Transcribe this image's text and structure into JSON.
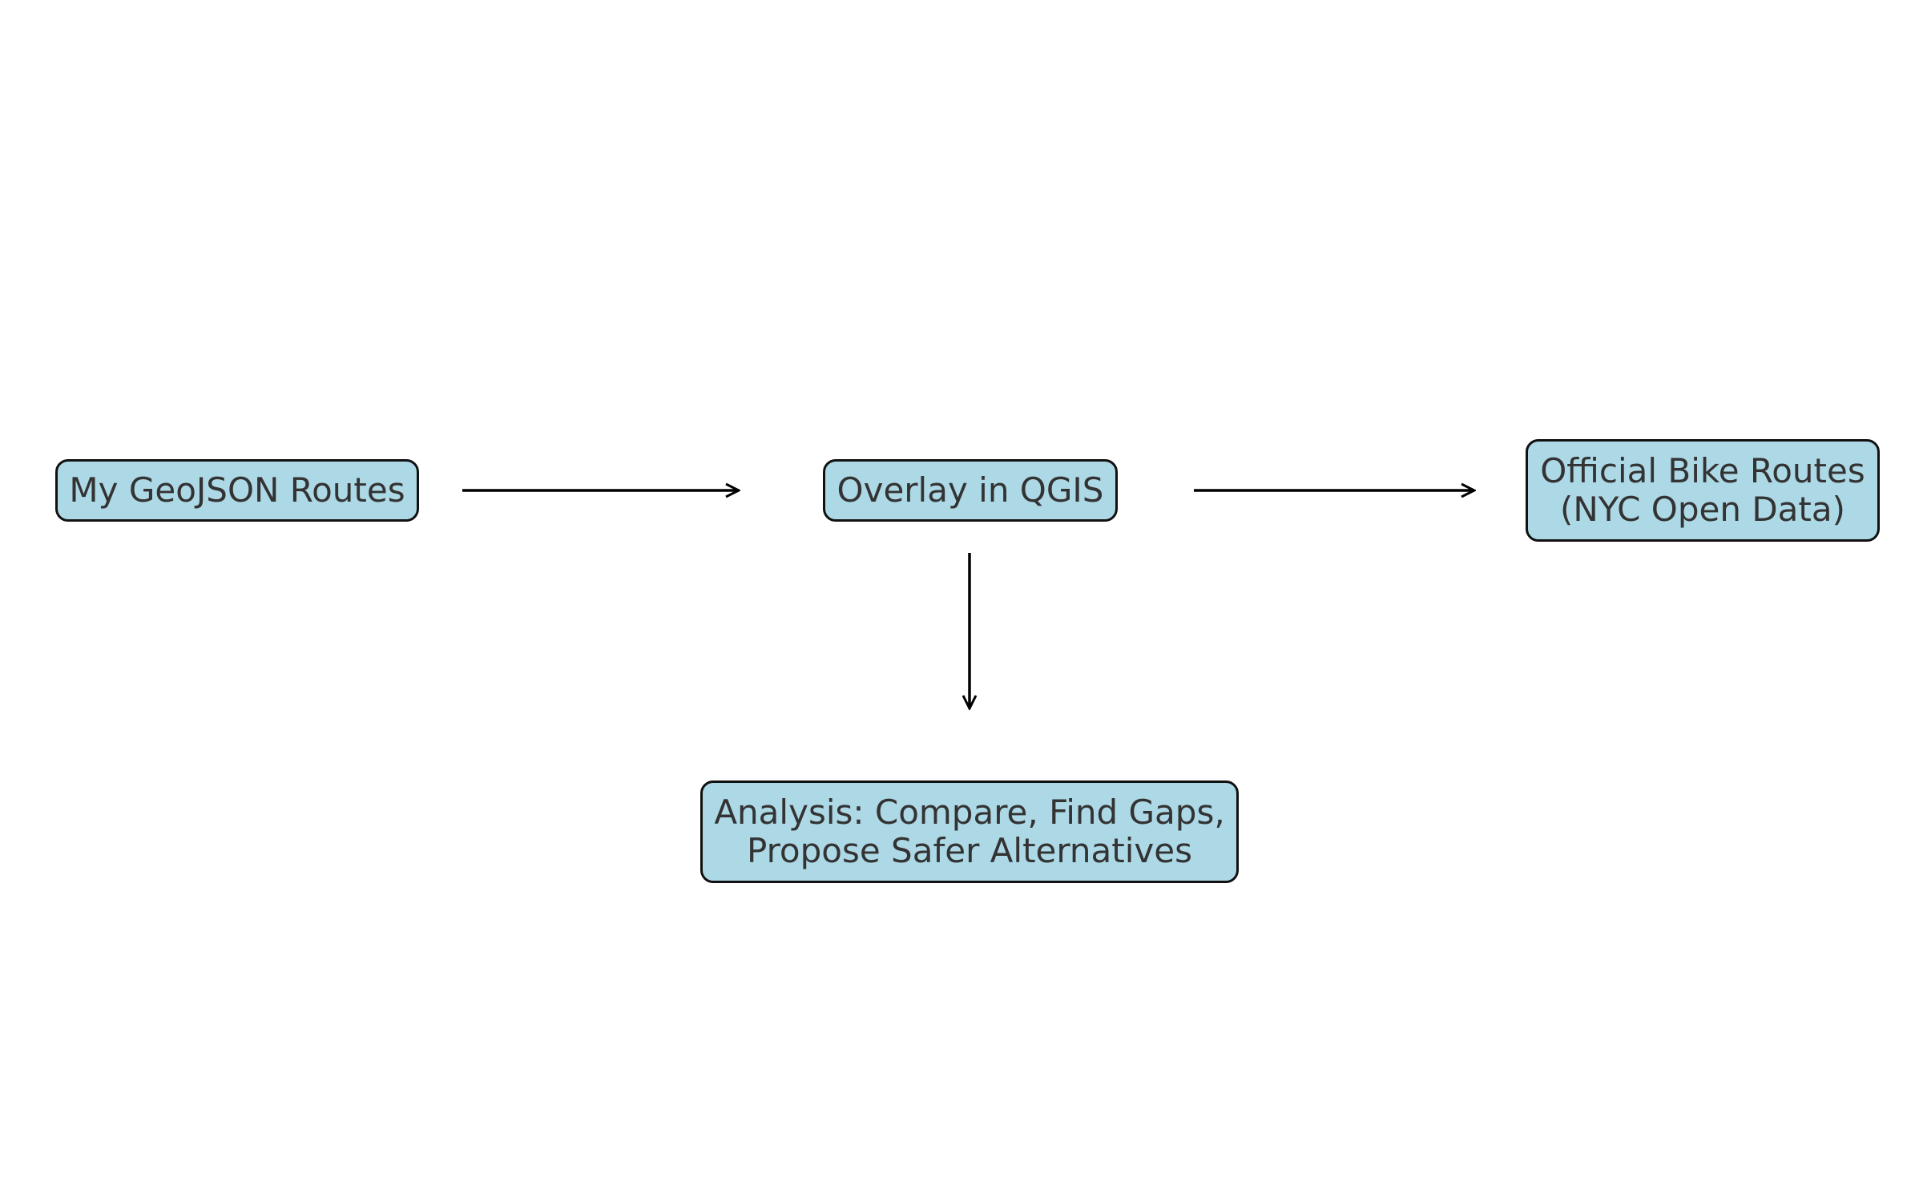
{
  "colors": {
    "node_fill": "#add8e6",
    "node_border": "#111111",
    "text": "#333333",
    "arrow": "#000000",
    "background": "#ffffff"
  },
  "nodes": {
    "geojson": {
      "lines": [
        "My GeoJSON Routes"
      ]
    },
    "overlay": {
      "lines": [
        "Overlay in QGIS"
      ]
    },
    "official": {
      "lines": [
        "Official Bike Routes",
        "(NYC Open Data)"
      ]
    },
    "analysis": {
      "lines": [
        "Analysis: Compare, Find Gaps,",
        "Propose Safer Alternatives"
      ]
    }
  },
  "edges": [
    {
      "from": "My GeoJSON Routes",
      "to": "Overlay in QGIS"
    },
    {
      "from": "Overlay in QGIS",
      "to": "Official Bike Routes (NYC Open Data)"
    },
    {
      "from": "Overlay in QGIS",
      "to": "Analysis: Compare, Find Gaps, Propose Safer Alternatives"
    }
  ]
}
